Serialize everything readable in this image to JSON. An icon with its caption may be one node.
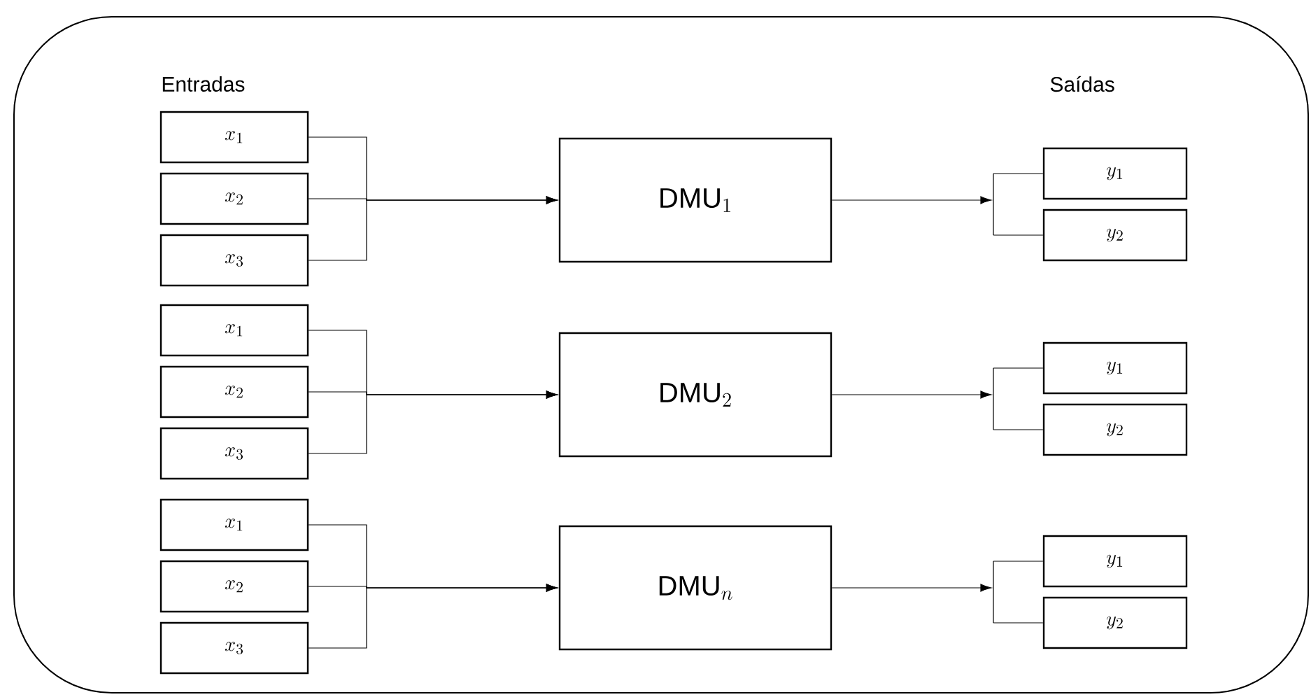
{
  "diagram": {
    "nodes": [
      {
        "text": [],
        "shape": "box"
      },
      {
        "text": [
          "x_{1}"
        ],
        "in": 0
      },
      {
        "text": [
          "x_{2}"
        ],
        "in": 0
      },
      {
        "text": [
          "x_{3}"
        ],
        "in": 0
      },
      {
        "text": [
          "\\mathrm{DMU}_{1}"
        ],
        "in": 0
      },
      {
        "text": [],
        "shape": "bar",
        "in": 0
      },
      {
        "text": [
          "y_{1}"
        ],
        "in": 0
      },
      {
        "text": [
          "y_{2}"
        ],
        "in": 0
      },
      {
        "text": [
          "x_{1}"
        ],
        "in": 0
      },
      {
        "text": [
          "x_{2}"
        ],
        "in": 0
      },
      {
        "text": [
          "x_{3}"
        ],
        "in": 0
      },
      {
        "text": [
          "\\mathrm{DMU}_{2}"
        ],
        "in": 0
      },
      {
        "text": [],
        "shape": "bar",
        "in": 0
      },
      {
        "text": [
          "y_{1}"
        ],
        "in": 0
      },
      {
        "text": [
          "y_{2}"
        ],
        "in": 0
      },
      {
        "text": [
          "x_{1}"
        ],
        "in": 0
      },
      {
        "text": [
          "x_{2}"
        ],
        "in": 0
      },
      {
        "text": [
          "x_{3}"
        ],
        "in": 0
      },
      {
        "text": [
          "\\mathrm{DMU}_{n}"
        ],
        "in": 0
      },
      {
        "text": [],
        "shape": "bar",
        "in": 0
      },
      {
        "text": [
          "y_{1}"
        ],
        "in": 0
      },
      {
        "text": [
          "y_{2}"
        ],
        "in": 0
      }
    ],
    "edges": [
      {
        "from": 1,
        "to": 4,
        "arrow": "to"
      },
      {
        "from": 2,
        "to": 4,
        "arrow": "to"
      },
      {
        "from": 3,
        "to": 4,
        "arrow": "to"
      },
      {
        "from": 4,
        "to": 5,
        "arrow": "to"
      },
      {
        "from": 5,
        "to": 6,
        "arrow": "none"
      },
      {
        "from": 5,
        "to": 7,
        "arrow": "none"
      },
      {
        "from": 8,
        "to": 11,
        "arrow": "to"
      },
      {
        "from": 9,
        "to": 11,
        "arrow": "to"
      },
      {
        "from": 10,
        "to": 11,
        "arrow": "to"
      },
      {
        "from": 11,
        "to": 12,
        "arrow": "to"
      },
      {
        "from": 12,
        "to": 13,
        "arrow": "none"
      },
      {
        "from": 12,
        "to": 14,
        "arrow": "none"
      },
      {
        "from": 15,
        "to": 18,
        "arrow": "to"
      },
      {
        "from": 16,
        "to": 18,
        "arrow": "to"
      },
      {
        "from": 17,
        "to": 18,
        "arrow": "to"
      },
      {
        "from": 18,
        "to": 19,
        "arrow": "to"
      },
      {
        "from": 19,
        "to": 20,
        "arrow": "none"
      },
      {
        "from": 19,
        "to": 21,
        "arrow": "none"
      }
    ],
    "labels": [
      "Entradas",
      "Saídas"
    ]
  }
}
